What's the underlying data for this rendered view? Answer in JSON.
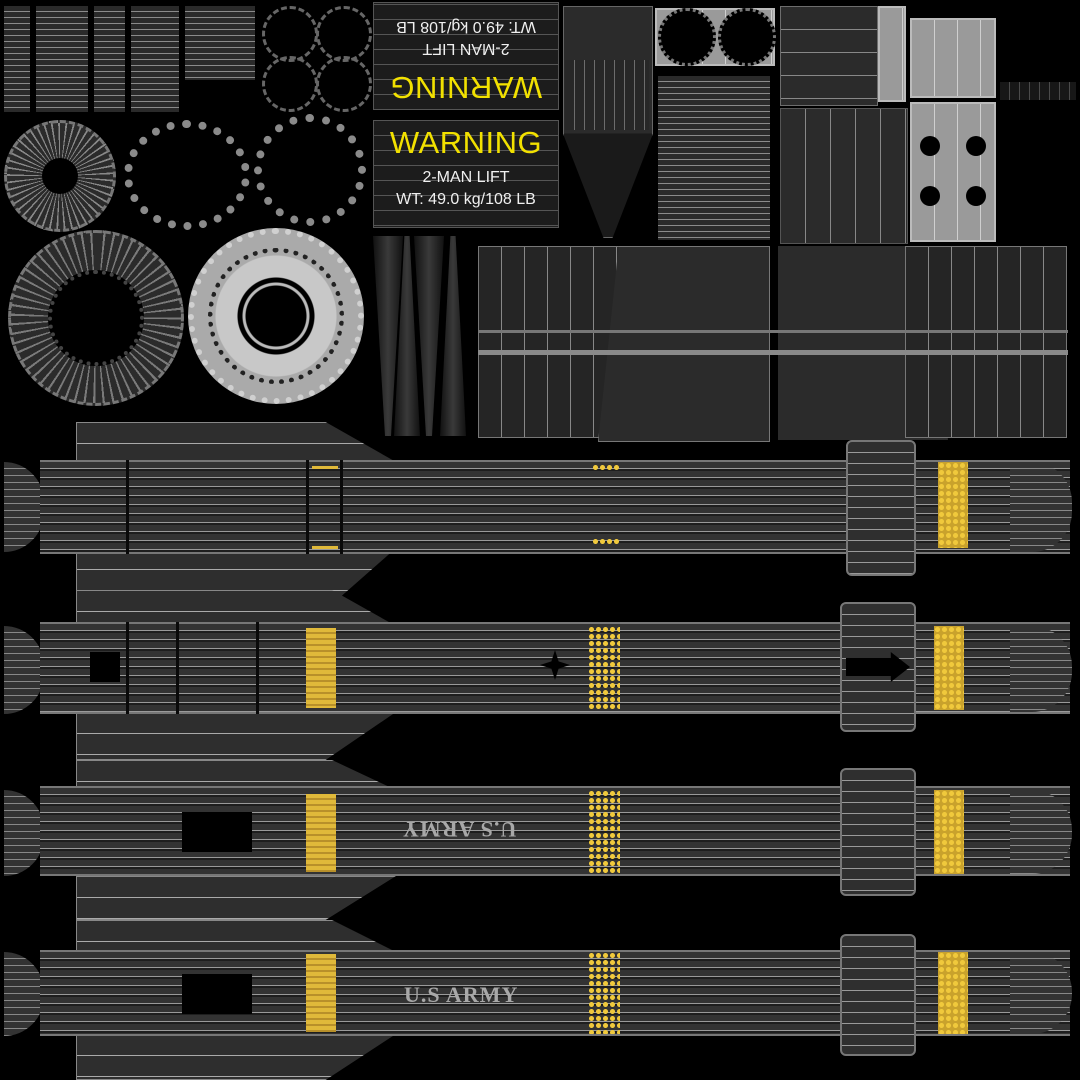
{
  "atlas": {
    "description": "Missile texture UV atlas",
    "colors": {
      "background": "#000000",
      "panel": "#2b2b2b",
      "panel_line": "#8a8a8a",
      "warning_yellow": "#f2e100",
      "stripe_gold": "#e0b93a",
      "label_white": "#f0f0f0",
      "stencil_gray": "#a8a8a8"
    }
  },
  "warning_labels": [
    {
      "orientation": "flipped",
      "title": "WARNING",
      "line1": "2-MAN LIFT",
      "line2": "WT: 49.0 kg/108 LB"
    },
    {
      "orientation": "upright",
      "title": "WARNING",
      "line1": "2-MAN LIFT",
      "line2": "WT: 49.0 kg/108 LB"
    }
  ],
  "missiles": [
    {
      "index": 1,
      "stencil": "",
      "stencil_orientation": ""
    },
    {
      "index": 2,
      "stencil": "",
      "stencil_orientation": ""
    },
    {
      "index": 3,
      "stencil": "U.S ARMY",
      "stencil_orientation": "flipped"
    },
    {
      "index": 4,
      "stencil": "U.S ARMY",
      "stencil_orientation": "upright"
    }
  ]
}
